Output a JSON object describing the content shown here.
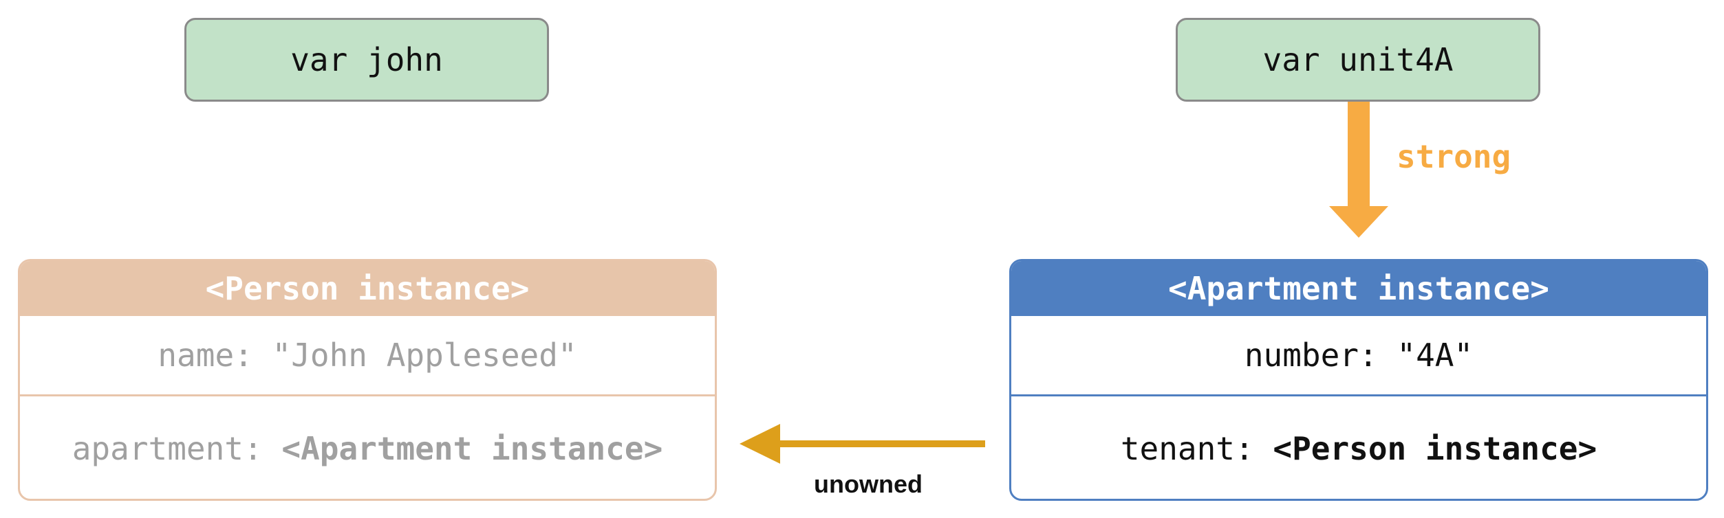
{
  "variables": {
    "john": "var john",
    "unit4a": "var unit4A"
  },
  "person": {
    "header": "<Person instance>",
    "name_key": "name: ",
    "name_value": "\"John Appleseed\"",
    "apartment_key": "apartment: ",
    "apartment_value": "<Apartment instance>"
  },
  "apartment": {
    "header": "<Apartment instance>",
    "number_key": "number: ",
    "number_value": "\"4A\"",
    "tenant_key": "tenant: ",
    "tenant_value": "<Person instance>"
  },
  "references": {
    "strong_label": "strong",
    "unowned_label": "unowned"
  },
  "colors": {
    "variable_fill": "#c2e2c8",
    "person_accent": "#e7c5aa",
    "apartment_accent": "#4f7fc1",
    "strong_arrow": "#f7ab43",
    "unowned_arrow": "#dd9f1b"
  }
}
